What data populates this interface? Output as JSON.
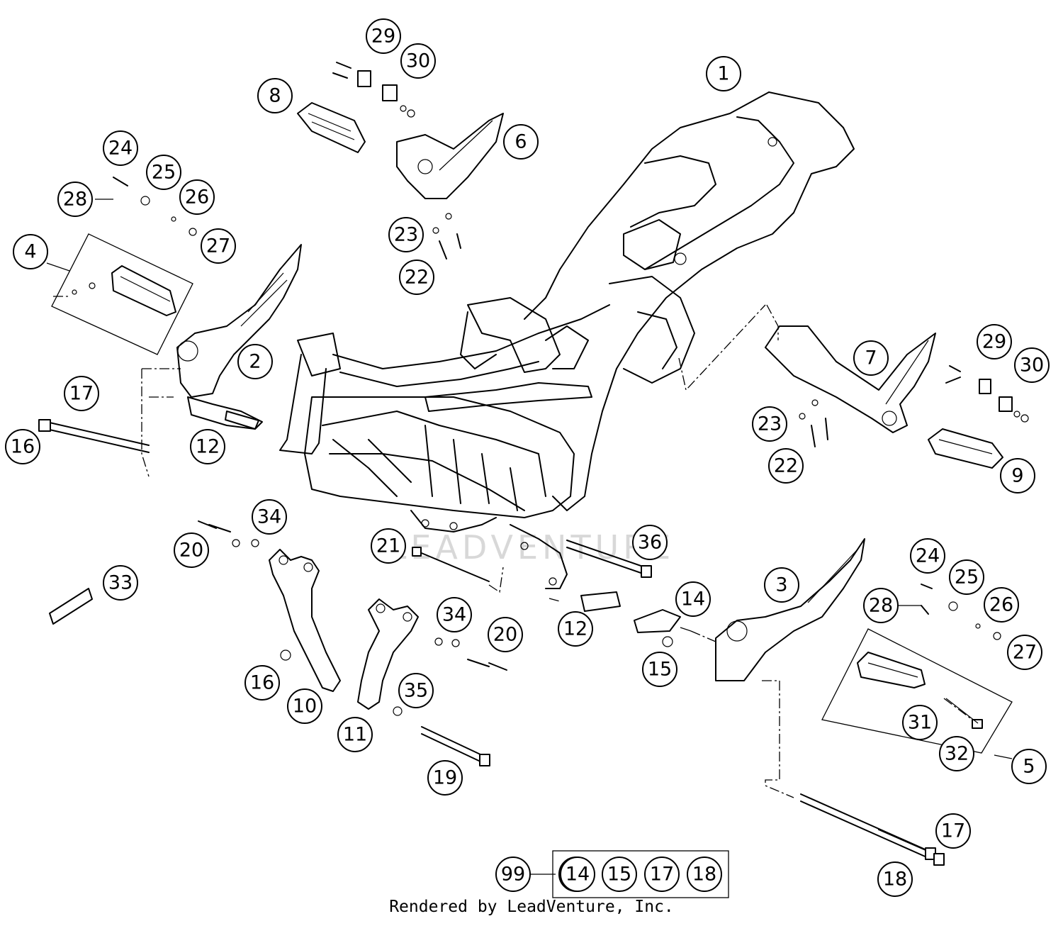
{
  "watermark": "LEADVENTURE",
  "footer": {
    "caption": "Rendered by LeadVenture, Inc."
  },
  "kit": {
    "label": "99",
    "items": [
      "14",
      "15",
      "17",
      "18"
    ]
  },
  "callouts": [
    "1",
    "2",
    "3",
    "4",
    "5",
    "6",
    "7",
    "8",
    "9",
    "10",
    "11",
    "12",
    "12",
    "14",
    "14",
    "15",
    "16",
    "16",
    "17",
    "17",
    "18",
    "19",
    "20",
    "20",
    "21",
    "22",
    "22",
    "23",
    "23",
    "24",
    "24",
    "25",
    "25",
    "26",
    "26",
    "27",
    "27",
    "28",
    "28",
    "29",
    "29",
    "30",
    "30",
    "31",
    "32",
    "33",
    "34",
    "34",
    "35",
    "36"
  ]
}
